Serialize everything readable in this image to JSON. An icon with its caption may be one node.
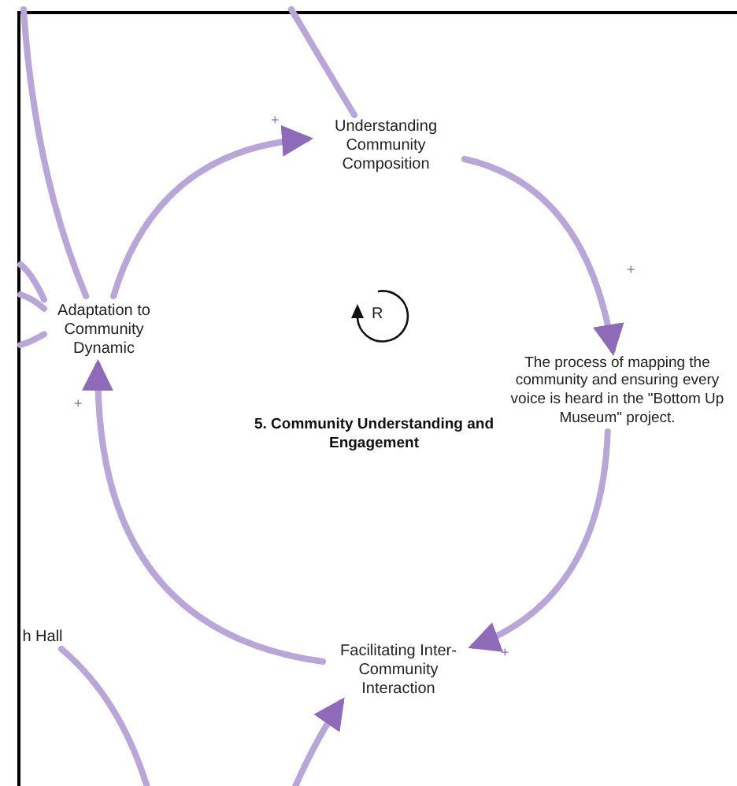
{
  "diagram": {
    "nodes": [
      {
        "text": [
          "Understanding Community Composition"
        ]
      },
      {
        "text": [
          "The process of mapping the community and ensuring every voice is heard in the \"Bottom Up Museum\" project."
        ]
      },
      {
        "text": [
          "Facilitating Inter-Community Interaction"
        ]
      },
      {
        "text": [
          "Adaptation to Community Dynamic"
        ]
      },
      {
        "text": [
          "h Hall"
        ]
      }
    ],
    "edges": [
      {
        "from": 0,
        "to": 1,
        "arrow": "to",
        "label": "+"
      },
      {
        "from": 1,
        "to": 2,
        "arrow": "to",
        "label": "+"
      },
      {
        "from": 2,
        "to": 3,
        "arrow": "to",
        "label": "+"
      },
      {
        "from": 3,
        "to": 0,
        "arrow": "to",
        "label": "+"
      },
      {
        "from": null,
        "to": 0,
        "arrow": "none"
      },
      {
        "from": null,
        "to": 3,
        "arrow": "none"
      },
      {
        "from": null,
        "to": 3,
        "arrow": "none"
      },
      {
        "from": null,
        "to": 3,
        "arrow": "none"
      },
      {
        "from": null,
        "to": 3,
        "arrow": "none"
      },
      {
        "from": 4,
        "to": null,
        "arrow": "none"
      },
      {
        "from": null,
        "to": 2,
        "arrow": "to"
      }
    ],
    "labels": [
      "R",
      "5. Community Understanding and Engagement"
    ]
  }
}
